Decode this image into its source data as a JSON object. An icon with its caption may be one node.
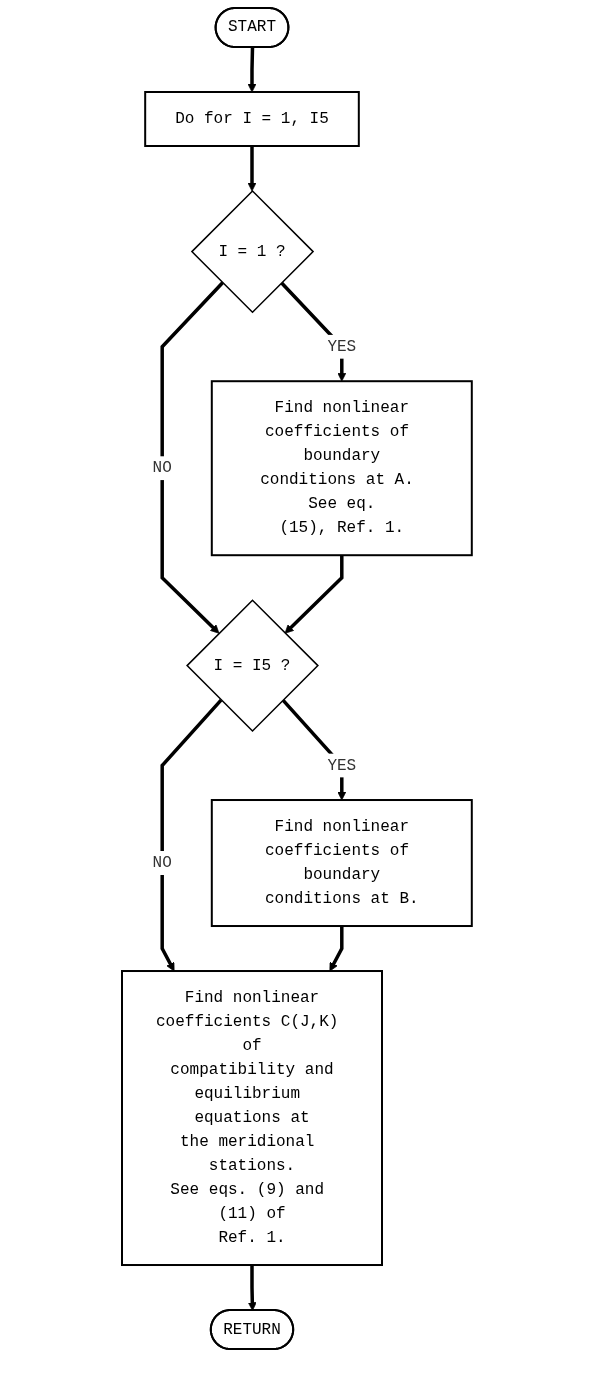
{
  "diagram": {
    "nodes": [
      {
        "text": [
          "START"
        ]
      },
      {
        "text": [
          "Do for I = 1, I5"
        ]
      },
      {
        "text": [
          "I = 1 ?"
        ]
      },
      {
        "text": [
          "Find nonlinear coefficients of boundary conditions at A. See eq. (15), Ref. 1."
        ]
      },
      {
        "text": [
          "I = I5 ?"
        ]
      },
      {
        "text": [
          "Find nonlinear coefficients of boundary conditions at B."
        ]
      },
      {
        "text": [
          "Find nonlinear coefficients C(J,K) of compatibility and equilibrium equations at the meridional stations. See eqs. (9) and (11) of Ref. 1."
        ]
      },
      {
        "text": [
          "RETURN"
        ]
      }
    ],
    "edges": [
      {
        "from": 0,
        "to": 1,
        "arrow": "to"
      },
      {
        "from": 1,
        "to": 2,
        "arrow": "to"
      },
      {
        "from": 2,
        "to": 3,
        "arrow": "to",
        "label": "YES"
      },
      {
        "from": 2,
        "to": 4,
        "arrow": "to",
        "label": "NO"
      },
      {
        "from": 3,
        "to": 4,
        "arrow": "to"
      },
      {
        "from": 4,
        "to": 5,
        "arrow": "to",
        "label": "YES"
      },
      {
        "from": 4,
        "to": 6,
        "arrow": "to",
        "label": "NO"
      },
      {
        "from": 5,
        "to": 6,
        "arrow": "to"
      },
      {
        "from": 6,
        "to": 7,
        "arrow": "to"
      }
    ]
  }
}
